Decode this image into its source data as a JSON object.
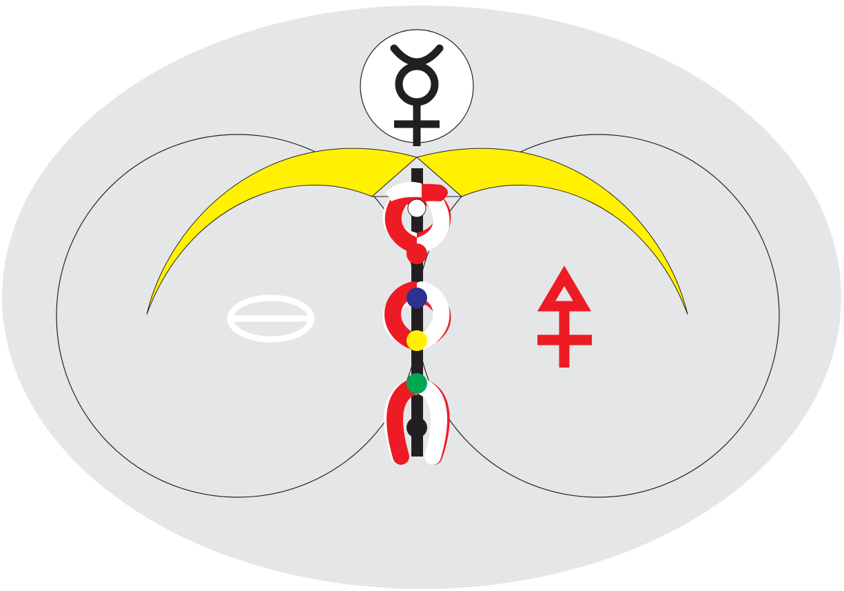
{
  "colors": {
    "background": "#e5e6e8",
    "outline": "#231f20",
    "crescent": "#fff100",
    "red": "#ed1c24",
    "white": "#ffffff",
    "black": "#231f20",
    "blue": "#2e3192",
    "yellow": "#fff100",
    "green": "#00a651"
  },
  "symbols": {
    "top": "mercury-symbol",
    "left": "salt-symbol",
    "right": "sulfur-symbol"
  },
  "spine_beads": [
    {
      "name": "white-bead",
      "color": "#ffffff"
    },
    {
      "name": "red-bead",
      "color": "#ed1c24"
    },
    {
      "name": "blue-bead",
      "color": "#2e3192"
    },
    {
      "name": "yellow-bead",
      "color": "#fff100"
    },
    {
      "name": "green-bead",
      "color": "#00a651"
    },
    {
      "name": "black-bead",
      "color": "#231f20"
    }
  ]
}
